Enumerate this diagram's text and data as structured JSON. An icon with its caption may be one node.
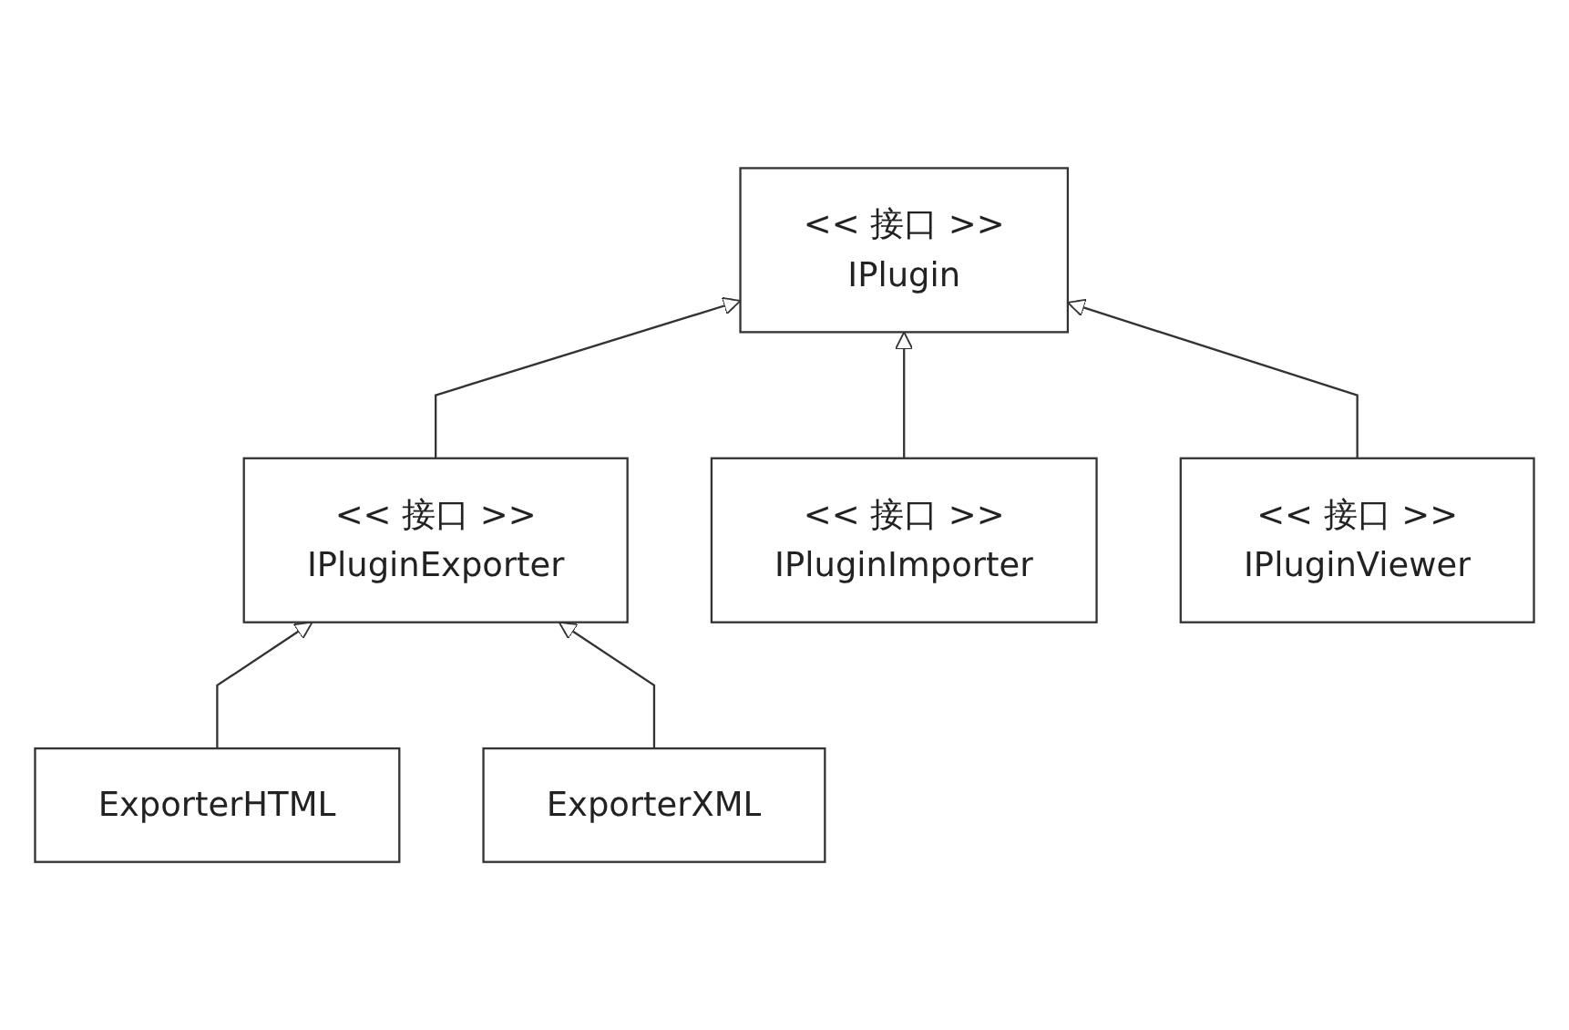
{
  "diagram": {
    "nodes": [
      {
        "text": [
          "<< 接口 >>",
          "IPlugin"
        ]
      },
      {
        "text": [
          "<< 接口 >>",
          "IPluginExporter"
        ]
      },
      {
        "text": [
          "<< 接口 >>",
          "IPluginImporter"
        ]
      },
      {
        "text": [
          "<< 接口 >>",
          "IPluginViewer"
        ]
      },
      {
        "text": [
          "ExporterHTML"
        ]
      },
      {
        "text": [
          "ExporterXML"
        ]
      }
    ],
    "edges": [
      {
        "from": 1,
        "to": 0,
        "arrow": "to"
      },
      {
        "from": 2,
        "to": 0,
        "arrow": "to"
      },
      {
        "from": 3,
        "to": 0,
        "arrow": "to"
      },
      {
        "from": 4,
        "to": 1,
        "arrow": "to"
      },
      {
        "from": 5,
        "to": 1,
        "arrow": "to"
      }
    ]
  }
}
